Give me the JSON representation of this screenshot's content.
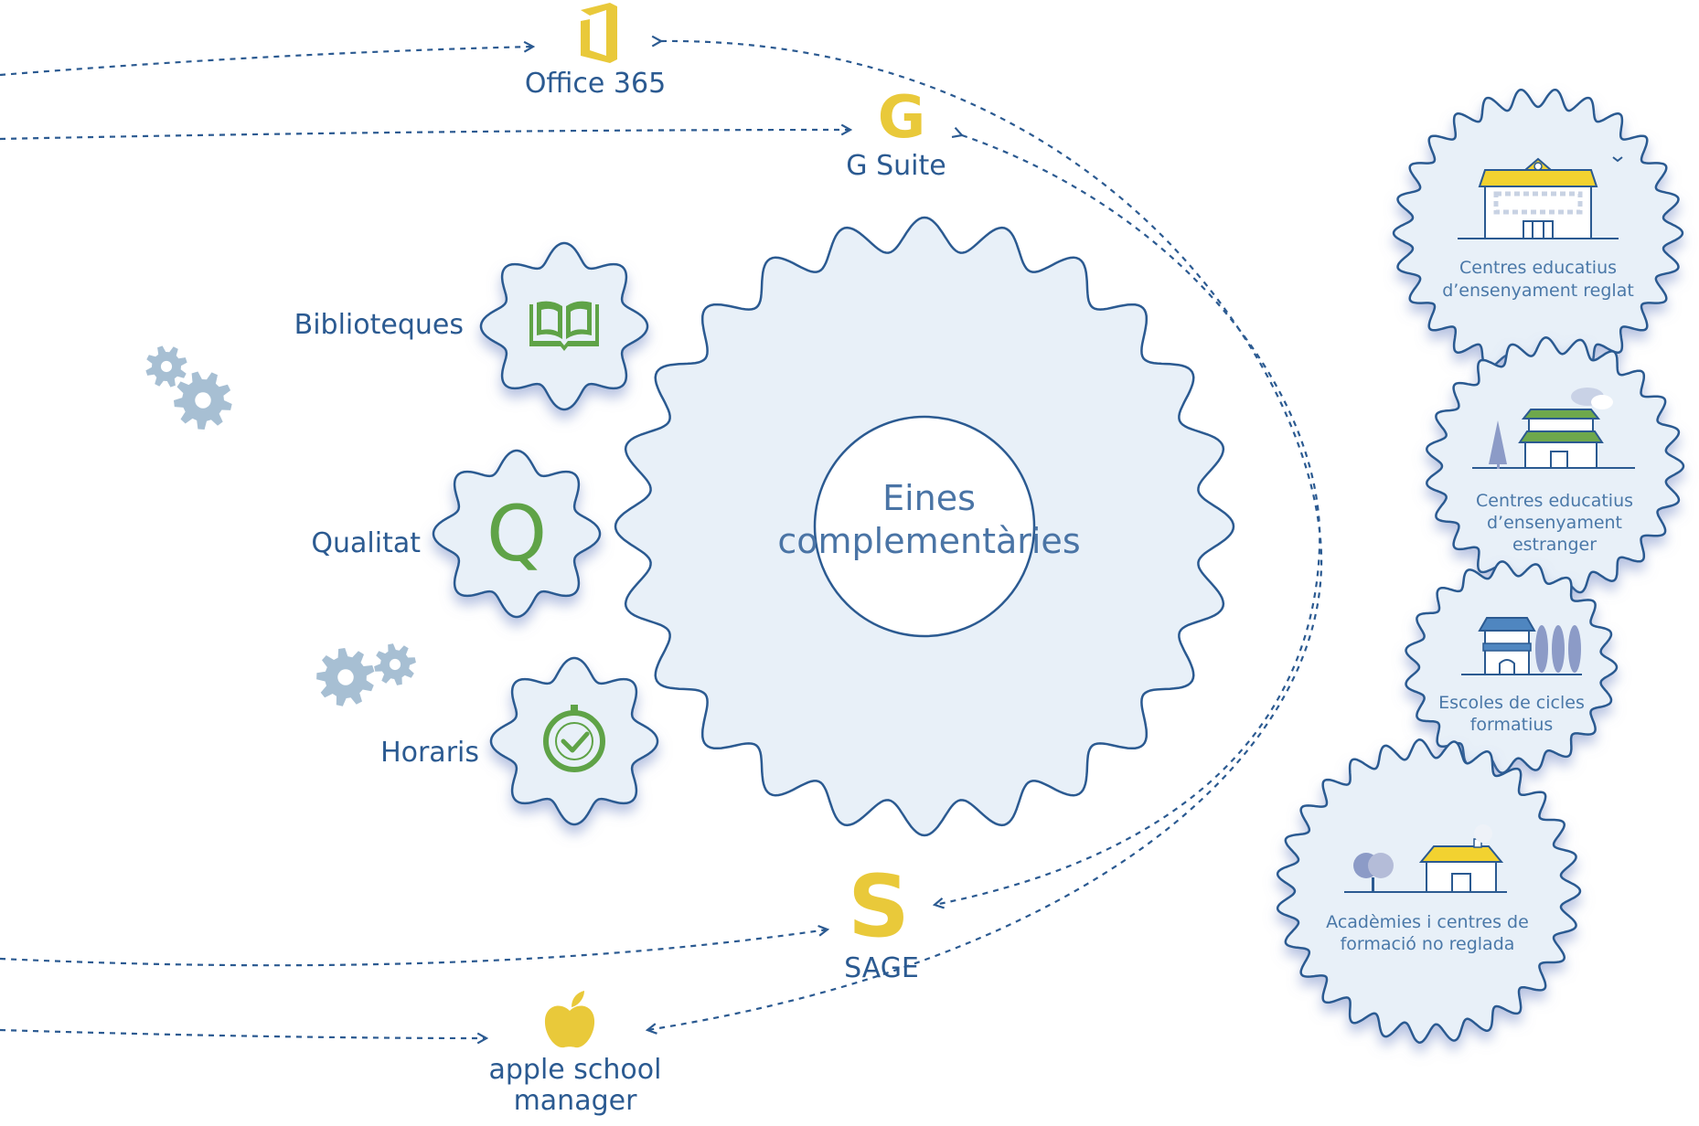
{
  "center": {
    "line1": "Eines",
    "line2": "complementàries"
  },
  "tools": {
    "biblioteques": "Biblioteques",
    "qualitat": "Qualitat",
    "qualitat_glyph": "Q",
    "horaris": "Horaris"
  },
  "integrations": {
    "office": "Office 365",
    "gsuite": "G Suite",
    "gsuite_glyph": "G",
    "sage": "SAGE",
    "sage_glyph": "S",
    "apple_line1": "apple school",
    "apple_line2": "manager"
  },
  "centres": [
    {
      "lines": [
        "Centres educatius",
        "d’ensenyament reglat"
      ]
    },
    {
      "lines": [
        "Centres educatius",
        "d’ensenyament",
        "estranger"
      ]
    },
    {
      "lines": [
        "Escoles de cicles",
        "formatius"
      ]
    },
    {
      "lines": [
        "Acadèmies i centres de",
        "formació no reglada"
      ]
    }
  ],
  "icons": {
    "office": "office-365-icon",
    "gsuite": "g-suite-icon",
    "sage": "sage-icon",
    "apple": "apple-icon",
    "biblioteques": "book-icon",
    "qualitat": "q-letter-icon",
    "horaris": "clock-icon",
    "decor": "cogs-icon"
  },
  "colors": {
    "line": "#2b5a91",
    "gear_fill": "#e8f0f8",
    "gear_stroke": "#2b5a91",
    "yellow": "#e9c93a",
    "green": "#5fa347",
    "decor_gear": "#a7bfd3"
  }
}
